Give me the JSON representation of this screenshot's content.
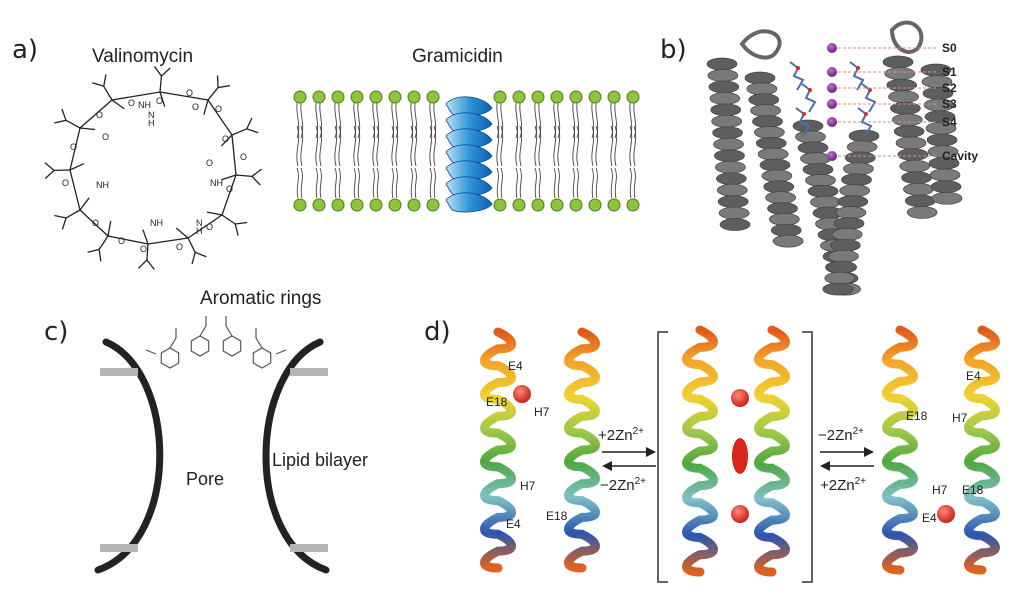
{
  "panel_a": {
    "letter": "a)",
    "valinomycin_title": "Valinomycin",
    "gramicidin_title": "Gramicidin",
    "atom_labels": [
      "O",
      "O",
      "O",
      "O",
      "O",
      "O",
      "O",
      "O",
      "O",
      "O",
      "O",
      "O",
      "O",
      "O",
      "O",
      "O",
      "O",
      "O",
      "NH",
      "NH",
      "NH",
      "NH",
      "N",
      "H",
      "N",
      "H"
    ]
  },
  "panel_b": {
    "letter": "b)",
    "sites": [
      "S0",
      "S1",
      "S2",
      "S3",
      "S4",
      "Cavity"
    ],
    "ion_color": "#8a2a9a",
    "helix_color": "#6b6b6b"
  },
  "panel_c": {
    "letter": "c)",
    "aromatic_label": "Aromatic rings",
    "pore_label": "Pore",
    "bilayer_label": "Lipid bilayer"
  },
  "panel_d": {
    "letter": "d)",
    "left_residues": [
      "E4",
      "E18",
      "H7",
      "H7",
      "E4",
      "E18"
    ],
    "right_residues": [
      "E4",
      "E18",
      "H7",
      "H7",
      "E18",
      "E4"
    ],
    "forward_top": "+2Zn",
    "forward_sup": "2+",
    "reverse_top": "−2Zn",
    "reverse_sup": "2+",
    "right_top": "−2Zn",
    "right_top_sup": "2+",
    "right_bottom": "+2Zn",
    "right_bottom_sup": "2+",
    "zinc_color": "#d9261c"
  }
}
